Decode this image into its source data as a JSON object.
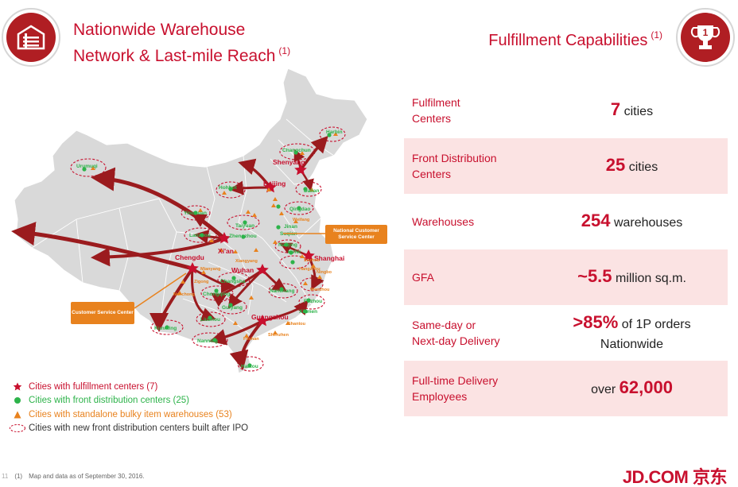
{
  "header": {
    "left_title_line1": "Nationwide Warehouse",
    "left_title_line2": "Network & Last-mile Reach",
    "left_title_note": "(1)",
    "right_title": "Fulfillment Capabilities",
    "right_title_note": "(1)",
    "left_icon": "warehouse-icon",
    "right_icon": "trophy-icon",
    "trophy_number": "1"
  },
  "map": {
    "city_labels": [
      {
        "name": "Harbin",
        "tone": "green"
      },
      {
        "name": "Changchun",
        "tone": "green"
      },
      {
        "name": "Shenyang",
        "tone": "red"
      },
      {
        "name": "Dalian",
        "tone": "green"
      },
      {
        "name": "Urumuqi",
        "tone": "green"
      },
      {
        "name": "Hohhot",
        "tone": "green"
      },
      {
        "name": "Beijing",
        "tone": "red"
      },
      {
        "name": "Taiyuan",
        "tone": "green"
      },
      {
        "name": "Qingdao",
        "tone": "green"
      },
      {
        "name": "Yinchuan",
        "tone": "green"
      },
      {
        "name": "Lanzhou",
        "tone": "green"
      },
      {
        "name": "Zhengzhou",
        "tone": "green"
      },
      {
        "name": "Jinan",
        "tone": "green"
      },
      {
        "name": "Xi'an",
        "tone": "red"
      },
      {
        "name": "Suqian",
        "tone": "green"
      },
      {
        "name": "Nanjing",
        "tone": "green"
      },
      {
        "name": "Hefei",
        "tone": "green"
      },
      {
        "name": "Shanghai",
        "tone": "red"
      },
      {
        "name": "Chengdu",
        "tone": "red"
      },
      {
        "name": "Wuhan",
        "tone": "red"
      },
      {
        "name": "Changsha",
        "tone": "green"
      },
      {
        "name": "Chongqing",
        "tone": "green"
      },
      {
        "name": "Nanchang",
        "tone": "green"
      },
      {
        "name": "Guiyang",
        "tone": "green"
      },
      {
        "name": "Fuzhou",
        "tone": "green"
      },
      {
        "name": "Xiamen",
        "tone": "green"
      },
      {
        "name": "Kunming",
        "tone": "green"
      },
      {
        "name": "Liuzhou",
        "tone": "green"
      },
      {
        "name": "Guangzhou",
        "tone": "red"
      },
      {
        "name": "Nanning",
        "tone": "green"
      },
      {
        "name": "Shenzhen",
        "tone": "orange"
      },
      {
        "name": "Haikou",
        "tone": "green"
      },
      {
        "name": "Xiangyang",
        "tone": "orange"
      },
      {
        "name": "Mianyang",
        "tone": "orange"
      },
      {
        "name": "Hangzhou",
        "tone": "orange"
      },
      {
        "name": "Ningbo",
        "tone": "orange"
      },
      {
        "name": "Wenzhou",
        "tone": "orange"
      },
      {
        "name": "Shantou",
        "tone": "orange"
      },
      {
        "name": "Foshan",
        "tone": "orange"
      },
      {
        "name": "Zigong",
        "tone": "orange"
      },
      {
        "name": "Nanchong",
        "tone": "orange"
      },
      {
        "name": "Suzhou",
        "tone": "orange"
      },
      {
        "name": "Weifang",
        "tone": "orange"
      }
    ],
    "callouts": {
      "national": "National Customer Service Center",
      "customer": "Customer Service Center"
    },
    "colors": {
      "land": "#d9d9d9",
      "border": "#ffffff",
      "arrow": "#9b1b1e",
      "star": "#c8102e",
      "dot": "#2db34a",
      "triangle": "#e8821e",
      "ring": "#c8102e"
    }
  },
  "legend": [
    {
      "icon": "star-icon",
      "text": "Cities with fulfillment centers (7)"
    },
    {
      "icon": "dot-icon",
      "text": "Cities with front distribution centers (25)"
    },
    {
      "icon": "triangle-icon",
      "text": "Cities with standalone bulky item warehouses (53)"
    },
    {
      "icon": "dashed-ring-icon",
      "text": "Cities with new front distribution centers built after IPO"
    }
  ],
  "stats": [
    {
      "label_line1": "Fulfilment",
      "label_line2": "Centers",
      "prefix": "",
      "value": "7",
      "suffix": "cities",
      "line2": ""
    },
    {
      "label_line1": "Front Distribution",
      "label_line2": "Centers",
      "prefix": "",
      "value": "25",
      "suffix": "cities",
      "line2": ""
    },
    {
      "label_line1": "Warehouses",
      "label_line2": "",
      "prefix": "",
      "value": "254",
      "suffix": "warehouses",
      "line2": ""
    },
    {
      "label_line1": "GFA",
      "label_line2": "",
      "prefix": "",
      "value": "~5.5",
      "suffix": "million sq.m.",
      "line2": ""
    },
    {
      "label_line1": "Same-day or",
      "label_line2": "Next-day Delivery",
      "prefix": "",
      "value": ">85%",
      "suffix": "of 1P orders",
      "line2": "Nationwide"
    },
    {
      "label_line1": "Full-time Delivery",
      "label_line2": "Employees",
      "prefix": "over",
      "value": "62,000",
      "suffix": "",
      "line2": ""
    }
  ],
  "footer": {
    "page": "11",
    "note_marker": "(1)",
    "note_text": "Map and data as of September 30, 2016.",
    "logo": "JD.COM 京东"
  }
}
